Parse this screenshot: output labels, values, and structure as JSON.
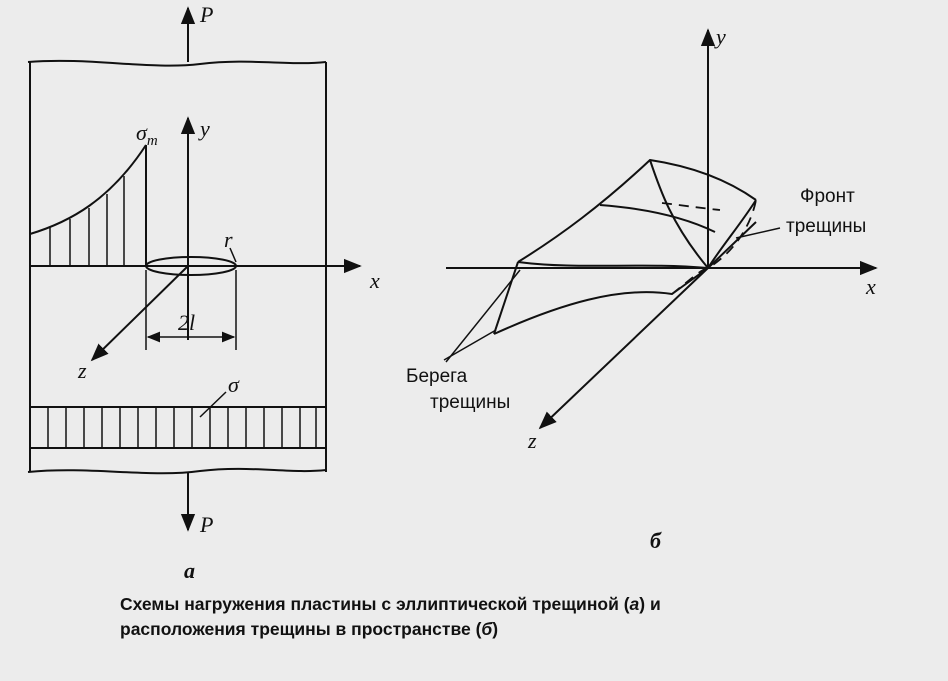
{
  "figure_a": {
    "force_top": "P",
    "force_bottom": "P",
    "sigma_m": "σm",
    "sigma": "σ",
    "axis_y": "y",
    "axis_x": "x",
    "axis_z": "z",
    "radius": "r",
    "crack_length": "2l",
    "panel_label": "а"
  },
  "figure_b": {
    "axis_y": "y",
    "axis_x": "x",
    "axis_z": "z",
    "front_line1": "Фронт",
    "front_line2": "трещины",
    "banks_line1": "Берега",
    "banks_line2": "трещины",
    "panel_label": "б"
  },
  "caption": {
    "line1_pre": "Схемы нагружения пластины с эллиптической трещиной (",
    "line1_a": "а",
    "line1_post": ") и",
    "line2_pre": "расположения трещины в пространстве (",
    "line2_b": "б",
    "line2_post": ")"
  }
}
